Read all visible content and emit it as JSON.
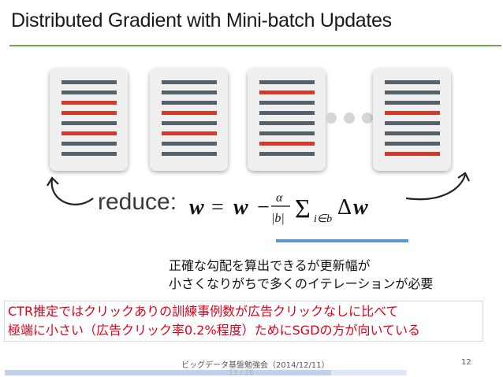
{
  "slide": {
    "title": "Distributed Gradient with Mini-batch Updates",
    "formula": {
      "reduce_label": "reduce:",
      "expression": "w = w − (α/|b|) Σ_{i∈b} Δw"
    },
    "note_lines": [
      "正確な勾配を算出できるが更新幅が",
      "小さくなりがちで多くのイテレーションが必要"
    ],
    "highlight_lines": [
      "CTR推定ではクリックありの訓練事例数が広告クリックなしに比べて",
      "極端に小さい（広告クリック率0.2%程度）ためにSGDの方が向いている"
    ],
    "footer": "ビッグデータ基盤勉強会（2014/12/11）",
    "page_number": "12",
    "page_counter": "13 / 16",
    "progress": 0.8125
  },
  "colors": {
    "accent_rule": "#76a35c",
    "highlight_text": "#e0001b",
    "bar_gray": "#56606b",
    "bar_red": "#d23a2a",
    "blue_bar": "#5b97cf"
  },
  "icons": {
    "cards": "data-shard-card-icon",
    "ellipsis": "ellipsis-dots-icon",
    "arrow": "curved-arrow-icon"
  }
}
